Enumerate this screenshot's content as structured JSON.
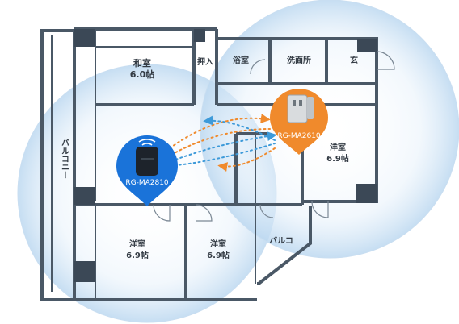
{
  "rooms": {
    "washitsu": {
      "name": "和室",
      "size": "6.0帖"
    },
    "oshiire": {
      "name": "押入"
    },
    "bathroom": {
      "name": "浴室"
    },
    "washroom": {
      "name": "洗面所"
    },
    "entrance": {
      "name": "玄"
    },
    "balcony_west": {
      "name": "バルコニー"
    },
    "yoshitsu_east": {
      "name": "洋室",
      "size": "6.9帖"
    },
    "yoshitsu_sw": {
      "name": "洋室",
      "size": "6.9帖"
    },
    "yoshitsu_s": {
      "name": "洋室",
      "size": "6.9帖"
    },
    "balcony_south": {
      "name": "バルコ"
    }
  },
  "devices": {
    "primary": {
      "label": "RG-MA2810",
      "color": "#1a73d9"
    },
    "secondary": {
      "label": "RG-MA2610",
      "color": "#f08a2c"
    }
  },
  "colors": {
    "wall": "#4a5866",
    "pillar": "#3b4856",
    "coverage": "#cfe3f5",
    "link_orange": "#f08a2c",
    "link_blue": "#3d9ad9"
  }
}
